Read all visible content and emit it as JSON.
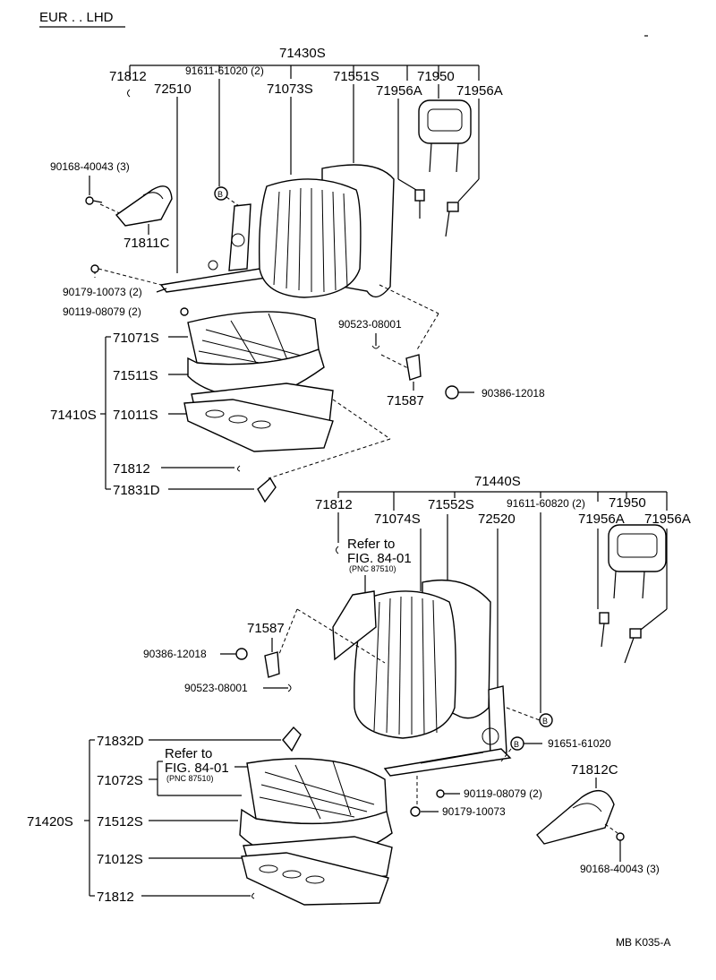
{
  "header": {
    "region": "EUR . . LHD"
  },
  "footer": {
    "code": "MB  K035-A"
  },
  "upper_seat": {
    "group_back": "71430S",
    "backs": [
      "71812",
      "91611-61020 (2)",
      "72510",
      "71073S",
      "71551S",
      "71950",
      "71956A",
      "71956A"
    ],
    "left_parts": [
      "90168-40043 (3)",
      "71811C",
      "90179-10073 (2)",
      "90119-08079 (2)"
    ],
    "mid_parts": [
      "90523-08001",
      "71587",
      "90386-12018"
    ],
    "group_cushion": "71410S",
    "cushion_parts": [
      "71071S",
      "71511S",
      "71011S",
      "71812",
      "71831D"
    ],
    "b_mark": "B"
  },
  "lower_seat": {
    "group_back": "71440S",
    "backs": [
      "71812",
      "71074S",
      "71552S",
      "91611-60820 (2)",
      "71950",
      "72520",
      "71956A",
      "71956A"
    ],
    "refer_top": {
      "line1": "Refer to",
      "line2": "FIG. 84-01",
      "pnc": "(PNC 87510)"
    },
    "left_parts": [
      "71587",
      "90386-12018",
      "90523-08001"
    ],
    "right_parts": [
      "91651-61020",
      "90119-08079 (2)",
      "90179-10073",
      "71812C",
      "90168-40043 (3)"
    ],
    "group_cushion": "71420S",
    "cushion_parts": [
      "71832D",
      "71072S",
      "71512S",
      "71012S",
      "71812"
    ],
    "refer_bottom": {
      "line1": "Refer to",
      "line2": "FIG. 84-01",
      "pnc": "(PNC 87510)"
    },
    "b_mark": "B"
  }
}
